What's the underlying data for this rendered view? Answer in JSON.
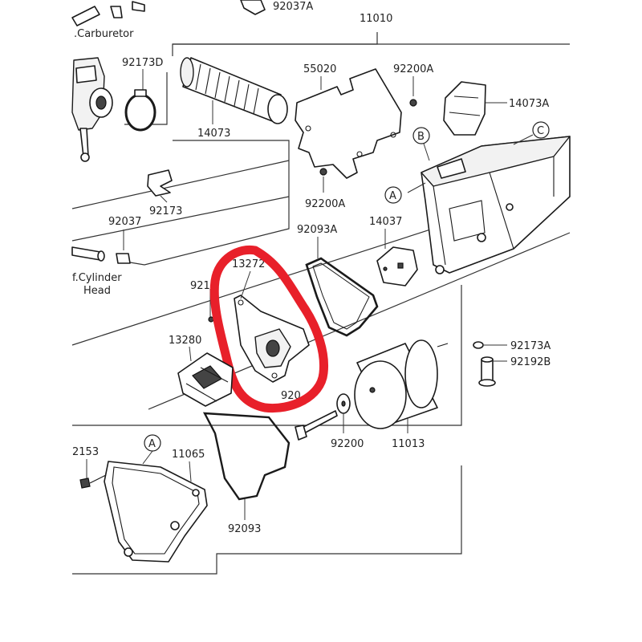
{
  "labels": {
    "top_cut": "92037A",
    "assembly": "11010",
    "carburetor": ".Carburetor",
    "clamp_top": "92173D",
    "duct": "14073",
    "plate": "55020",
    "nut_top": "92200A",
    "intake_duct": "14073A",
    "clip": "92173",
    "clamp_hose": "92037",
    "cylinder_line1": "f.Cylinder",
    "cylinder_line2": "Head",
    "nut_mid": "92200A",
    "gasket_top": "92093A",
    "cover_round": "14037",
    "element_holder": "13272",
    "left_cut": "921",
    "bracket": "13280",
    "bolt_cut": "920",
    "clamp_right": "92173A",
    "drain_plug": "92192B",
    "washer": "92200",
    "filter": "11013",
    "screw_left": "2153",
    "cap": "11065",
    "gasket_bottom": "92093",
    "ref_a_left": "A",
    "ref_a_top": "A",
    "ref_b": "B",
    "ref_c": "C"
  },
  "highlight": {
    "color": "#e8202a",
    "target": "element_holder"
  }
}
